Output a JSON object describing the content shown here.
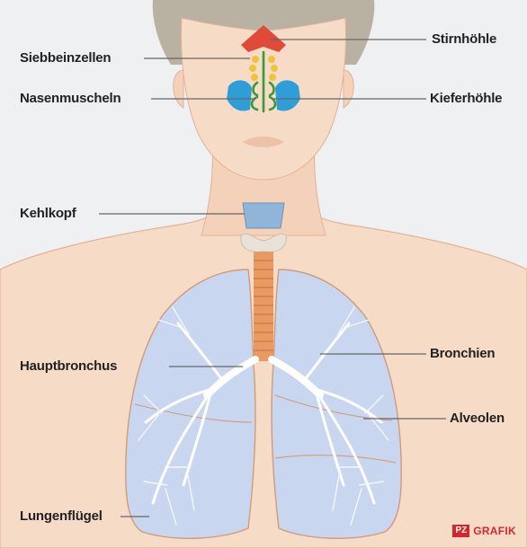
{
  "labels": {
    "stirnhoehle": "Stirnhöhle",
    "siebbeinzellen": "Siebbeinzellen",
    "nasenmuscheln": "Nasenmuscheln",
    "kieferhoehle": "Kieferhöhle",
    "kehlkopf": "Kehlkopf",
    "bronchien": "Bronchien",
    "hauptbronchus": "Hauptbronchus",
    "alveolen": "Alveolen",
    "lungenfluegel": "Lungenflügel"
  },
  "credit": {
    "brand": "PZ",
    "text": "GRAFIK"
  },
  "colors": {
    "skin": "#f6dcc6",
    "skin_shadow": "#efc8ad",
    "hair": "#b9b2a3",
    "lung_fill": "#c9d6ef",
    "sinus_frontal": "#e04a38",
    "sinus_maxillary": "#2f9ed8",
    "ethmoid": "#f0c43a",
    "turbinate": "#3a9a3a",
    "larynx": "#8fb6d8",
    "trachea": "#e79a62",
    "brand_red": "#d6262b"
  }
}
